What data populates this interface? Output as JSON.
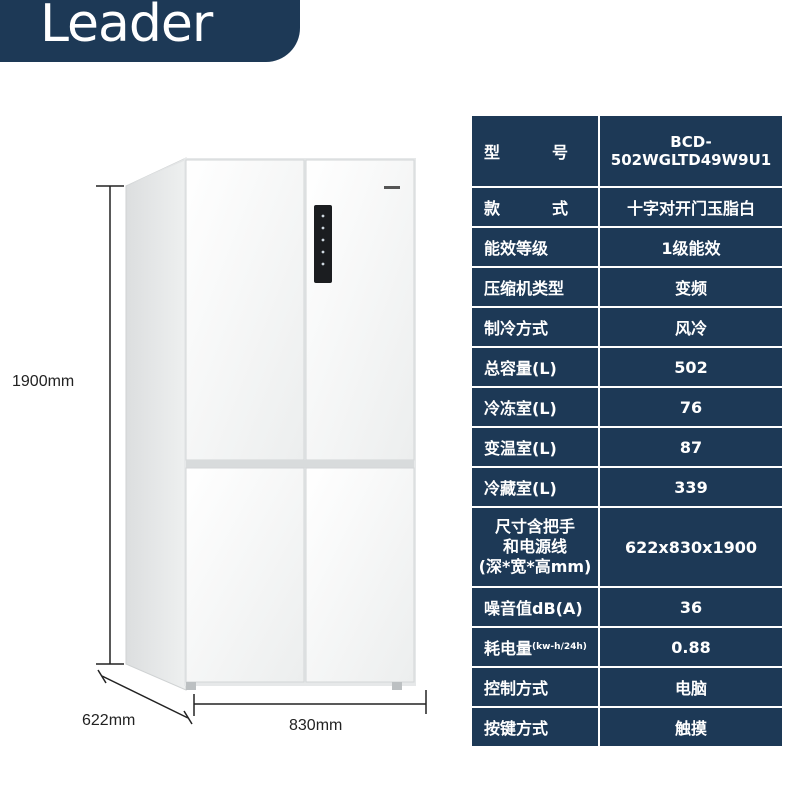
{
  "brand": {
    "logo": "Leader"
  },
  "dimensions": {
    "height": "1900mm",
    "depth": "622mm",
    "width": "830mm"
  },
  "specs": [
    {
      "label_a": "型",
      "label_b": "号",
      "value_a": "BCD-",
      "value_b": "502WGLTD49W9U1"
    },
    {
      "label_a": "款",
      "label_b": "式",
      "value": "十字对开门玉脂白"
    },
    {
      "label": "能效等级",
      "value": "1级能效"
    },
    {
      "label": "压缩机类型",
      "value": "变频"
    },
    {
      "label": "制冷方式",
      "value": "风冷"
    },
    {
      "label": "总容量(L)",
      "value": "502"
    },
    {
      "label": "冷冻室(L)",
      "value": "76"
    },
    {
      "label": "变温室(L)",
      "value": "87"
    },
    {
      "label": "冷藏室(L)",
      "value": "339"
    },
    {
      "label_a": "尺寸含把手",
      "label_b": "和电源线",
      "label_c": "(深*宽*高mm)",
      "value": "622x830x1900"
    },
    {
      "label": "噪音值dB(A)",
      "value": "36"
    },
    {
      "label": "耗电量",
      "label_unit": "(kw-h/24h)",
      "value": "0.88"
    },
    {
      "label": "控制方式",
      "value": "电脑"
    },
    {
      "label": "按键方式",
      "value": "触摸"
    }
  ],
  "colors": {
    "table_bg": "#1d3956",
    "fridge_body": "#f4f5f5"
  }
}
